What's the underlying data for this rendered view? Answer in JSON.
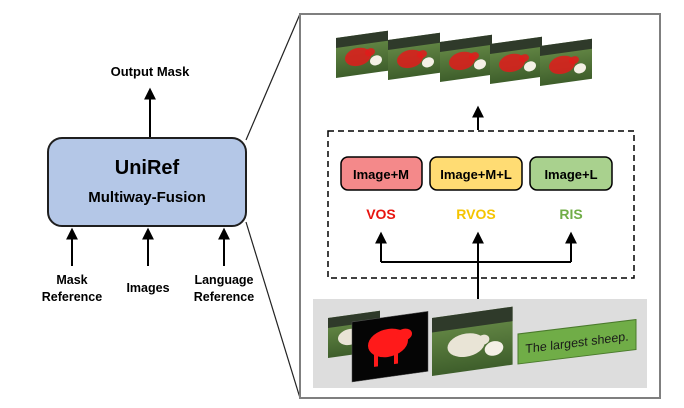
{
  "model": {
    "title": "UniRef",
    "subtitle": "Multiway-Fusion",
    "output_label": "Output Mask",
    "inputs": [
      {
        "lines": [
          "Mask",
          "Reference"
        ]
      },
      {
        "lines": [
          "Images"
        ]
      },
      {
        "lines": [
          "Language",
          "Reference"
        ]
      }
    ]
  },
  "detail": {
    "tasks": [
      {
        "box_label": "Image+M",
        "task": "VOS",
        "box_color": "#f4898a",
        "task_color": "#e8140f"
      },
      {
        "box_label": "Image+M+L",
        "task": "RVOS",
        "box_color": "#ffdc73",
        "task_color": "#f5c400"
      },
      {
        "box_label": "Image+L",
        "task": "RIS",
        "box_color": "#a9d18e",
        "task_color": "#70ad47"
      }
    ],
    "caption_text": "The largest sheep."
  }
}
